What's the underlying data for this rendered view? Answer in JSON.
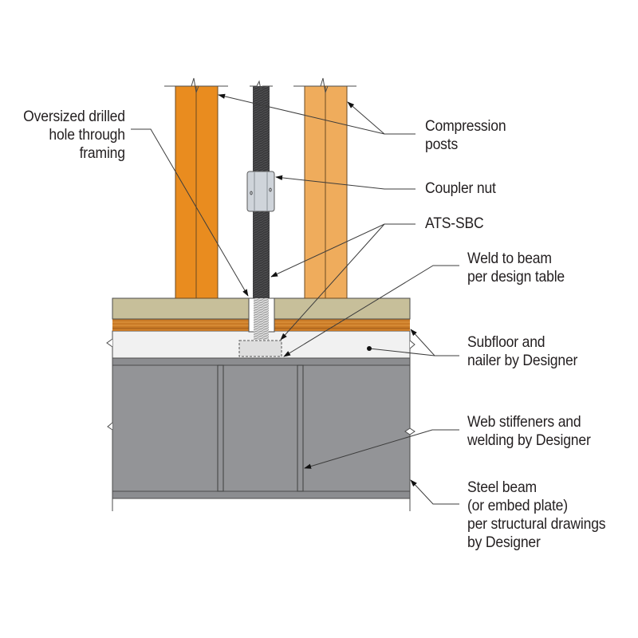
{
  "title": "ATS-SBC at steel beam connection detail",
  "colors": {
    "post_left": "#e98c1f",
    "post_right": "#efac5c",
    "rod": "#3a3a3c",
    "coupler": "#cfd4da",
    "subfloor_top": "#c7bf9a",
    "plywood": "#c97a26",
    "nailer": "#f1f1f1",
    "steel": "#939497",
    "outline": "#4b4b4b",
    "leader": "#3c3c3c",
    "text": "#231f20"
  },
  "labels": {
    "oversized_hole": [
      "Oversized drilled",
      "hole through",
      "framing"
    ],
    "compression_posts": [
      "Compression",
      "posts"
    ],
    "coupler_nut": [
      "Coupler nut"
    ],
    "ats_sbc": [
      "ATS-SBC"
    ],
    "weld_to_beam": [
      "Weld to beam",
      "per design table"
    ],
    "subfloor_nailer": [
      "Subfloor and",
      "nailer by Designer"
    ],
    "web_stiffeners": [
      "Web stiffeners and",
      "welding by Designer"
    ],
    "steel_beam": [
      "Steel beam",
      "(or embed plate)",
      "per structural drawings",
      "by Designer"
    ]
  }
}
